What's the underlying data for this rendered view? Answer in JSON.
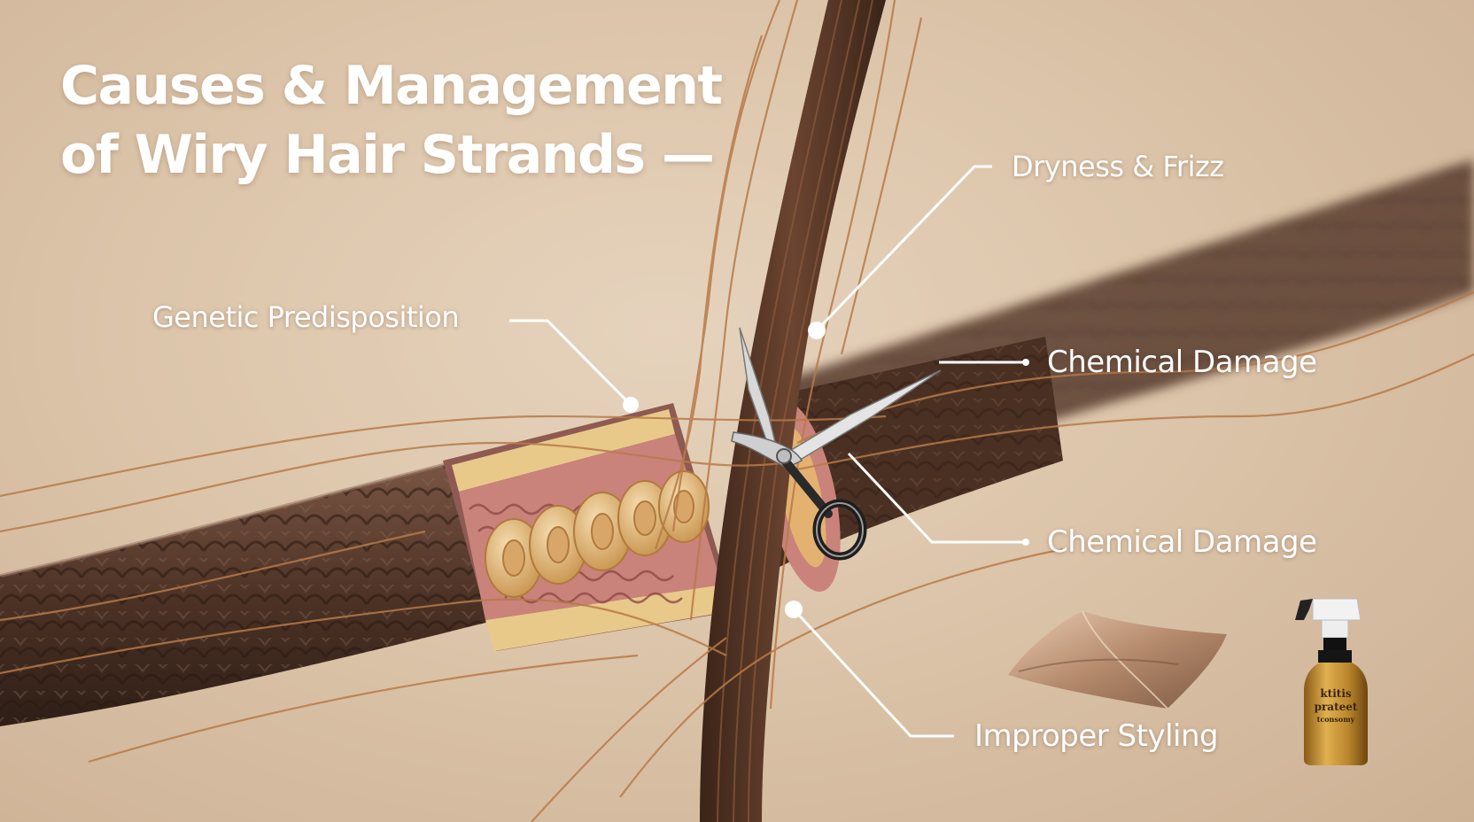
{
  "title": {
    "line1": "Causes & Management",
    "line2": "of Wiry Hair Strands —"
  },
  "callouts": {
    "genetic": "Genetic Predisposition",
    "dryness": "Dryness & Frizz",
    "chemical_1": "Chemical Damage",
    "chemical_2": "Chemical Damage",
    "styling": "Improper Styling"
  },
  "product": {
    "bottle_text_1": "ktitis",
    "bottle_text_2": "prateet",
    "bottle_text_3": "tconsomy"
  },
  "colors": {
    "label_text": "#ffffff",
    "leader_line": "#ffffff",
    "background": "#e0cbb2",
    "hair_brown": "#5a3a28",
    "copper_strand": "#b87a48",
    "cortex_pink": "#c98a7a",
    "ring_gold": "#e0b77e",
    "bottle_gold": "#b9852c"
  },
  "icons": {
    "scissors": "scissors-icon",
    "pillow": "satin-pillow-icon",
    "bottle": "spray-bottle-icon"
  }
}
